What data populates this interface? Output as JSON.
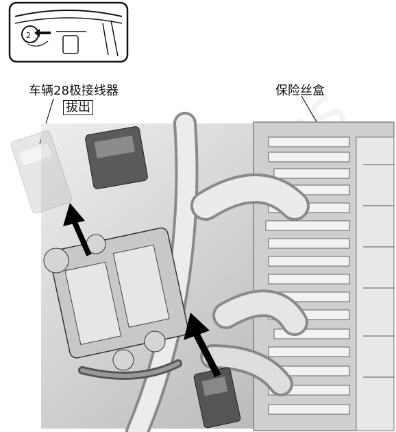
{
  "labels": {
    "connector": "车辆28极接线器",
    "action": "拔出",
    "fuse_box": "保险丝盒"
  },
  "watermark": "dealAccess",
  "colors": {
    "line": "#111111",
    "metal_light": "#e6e6e6",
    "metal_mid": "#b9b9b9",
    "metal_dark": "#6e6e6e",
    "arrow": "#000000"
  },
  "icons": [
    "dashboard-locator-icon",
    "pull-out-arrow",
    "push-in-arrow"
  ]
}
